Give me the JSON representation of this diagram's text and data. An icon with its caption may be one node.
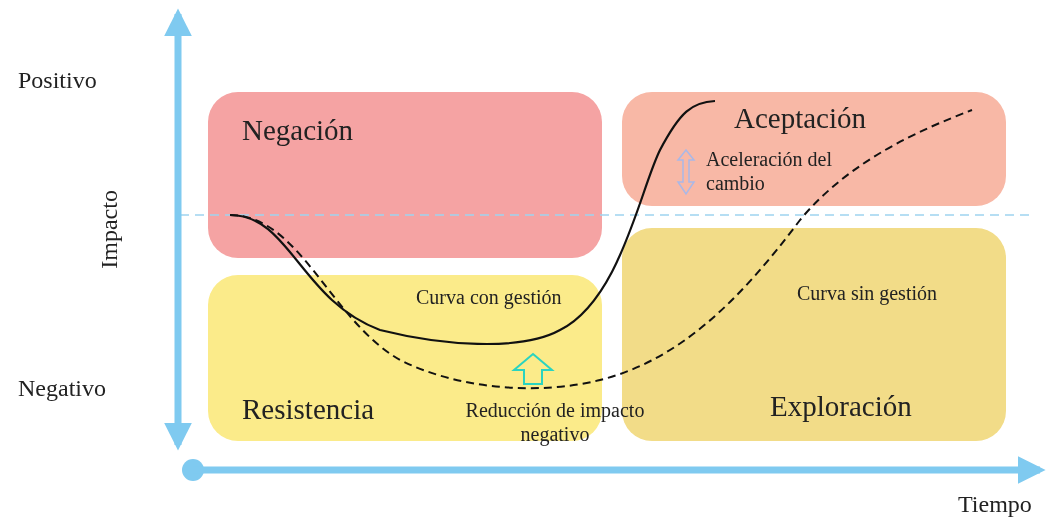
{
  "diagram": {
    "nodes": [
      {
        "text": [
          "Negación"
        ]
      },
      {
        "text": [
          "Aceptación"
        ]
      },
      {
        "text": [
          "Resistencia"
        ]
      },
      {
        "text": [
          "Exploración"
        ]
      }
    ],
    "edges": [],
    "labels": [
      "Positivo",
      "Impacto",
      "Negativo",
      "Aceleración del cambio",
      "Curva con gestión",
      "Curva sin gestión",
      "Reducción de impacto negativo",
      "Tiempo"
    ]
  }
}
